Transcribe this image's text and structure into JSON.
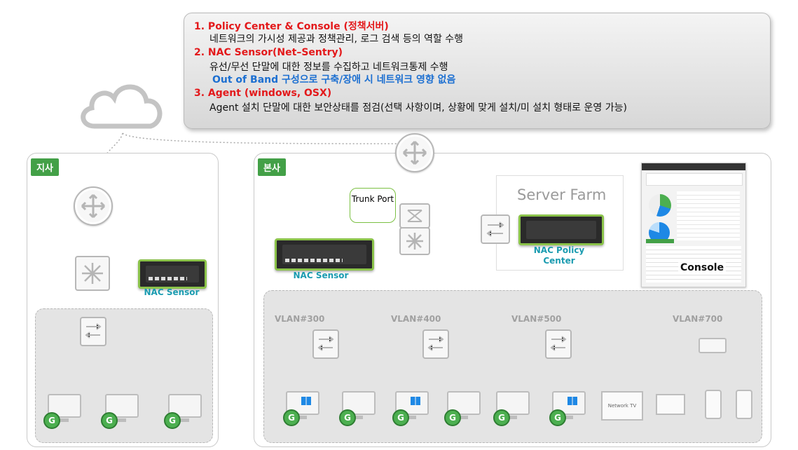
{
  "info": {
    "items": [
      {
        "title": "1.  Policy Center & Console (정책서버)",
        "desc": "네트워크의 가시성 제공과 정책관리, 로그 검색 등의 역할 수행"
      },
      {
        "title": "2.  NAC Sensor(Net–Sentry)",
        "desc": "유선/무선 단말에 대한 정보를 수집하고 네트워크통제 수행",
        "note": "Out of Band 구성으로 구축/장애 시 네트워크 영향 없음"
      },
      {
        "title": "3.  Agent (windows, OSX)",
        "desc": "Agent 설치 단말에 대한 보안상태를 점검(선택 사항이며, 상황에 맞게 설치/미 설치 형태로 운영 가능)"
      }
    ]
  },
  "branch": {
    "tag": "지사",
    "sensor_label": "NAC Sensor"
  },
  "hq": {
    "tag": "본사",
    "trunk_label": "Trunk Port",
    "sensor_label": "NAC Sensor",
    "server_farm_label": "Server Farm",
    "policy_center_label": "NAC Policy Center",
    "console_label": "Console",
    "vlans": [
      "VLAN#300",
      "VLAN#400",
      "VLAN#500",
      "VLAN#700"
    ],
    "tv_label": "Network TV"
  },
  "agent_glyph": "G",
  "colors": {
    "green": "#43a047",
    "red": "#e3191b",
    "blue": "#1c6fd1",
    "teal": "#1a9bb0"
  }
}
